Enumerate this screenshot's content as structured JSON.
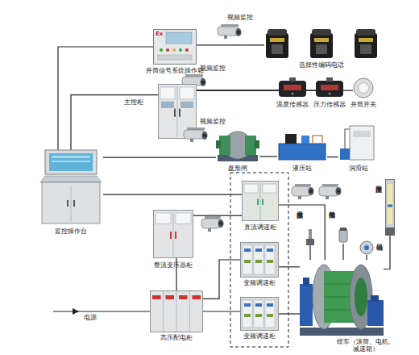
{
  "diagram": {
    "nodes": [
      {
        "text": [
          "Ex",
          "井筒信号系统操作箱"
        ]
      },
      {
        "text": [
          "视频监控"
        ]
      },
      {
        "text": [
          "选择性编码电话"
        ]
      },
      {
        "text": [
          "视频监控"
        ]
      },
      {
        "text": [
          "主控柜"
        ]
      },
      {
        "text": [
          "温度传感器"
        ]
      },
      {
        "text": [
          "压力传感器"
        ]
      },
      {
        "text": [
          "井筒开关"
        ]
      },
      {
        "text": [
          "视频监控"
        ]
      },
      {
        "text": [
          "盘形闸"
        ]
      },
      {
        "text": [
          "液压站"
        ]
      },
      {
        "text": [
          "润滑站"
        ]
      },
      {
        "text": [
          "监控操作台"
        ]
      },
      {
        "text": [
          "直流调速柜"
        ]
      },
      {
        "text": [
          "整流变压器柜"
        ]
      },
      {
        "text": [
          "变频调速柜"
        ]
      },
      {
        "text": [
          "变频调速柜"
        ]
      },
      {
        "text": [
          "高压配电柜"
        ]
      },
      {
        "text": [
          "温度传感器"
        ]
      },
      {
        "text": [
          "振动传感器"
        ]
      },
      {
        "text": [
          "深度指示器"
        ]
      },
      {
        "text": [
          "编码器"
        ]
      },
      {
        "text": [
          "绞车（滚筒、电机、减速箱）"
        ]
      }
    ],
    "edges": [
      {
        "from": 12,
        "to": 0,
        "arrow": "none"
      },
      {
        "from": 0,
        "to": 2,
        "arrow": "none"
      },
      {
        "from": 12,
        "to": 4,
        "arrow": "none"
      },
      {
        "from": 4,
        "to": 5,
        "arrow": "none"
      },
      {
        "from": 4,
        "to": 6,
        "arrow": "none"
      },
      {
        "from": 4,
        "to": 7,
        "arrow": "none"
      },
      {
        "from": 12,
        "to": 9,
        "arrow": "none"
      },
      {
        "from": 9,
        "to": 10,
        "arrow": "none"
      },
      {
        "from": 10,
        "to": 11,
        "arrow": "none"
      },
      {
        "from": 12,
        "to": 13,
        "arrow": "none"
      },
      {
        "from": 17,
        "to": 14,
        "arrow": "none"
      },
      {
        "from": 14,
        "to": 13,
        "arrow": "none"
      },
      {
        "from": 17,
        "to": 15,
        "arrow": "none"
      },
      {
        "from": 17,
        "to": 16,
        "arrow": "none"
      },
      {
        "from": 13,
        "to": 22,
        "arrow": "none"
      },
      {
        "from": 15,
        "to": 22,
        "arrow": "none"
      },
      {
        "from": 16,
        "to": 22,
        "arrow": "none"
      },
      {
        "from": 18,
        "to": 22,
        "arrow": "none"
      },
      {
        "from": 19,
        "to": 22,
        "arrow": "none"
      },
      {
        "from": 20,
        "to": 22,
        "arrow": "none"
      },
      {
        "from": 21,
        "to": 22,
        "arrow": "none"
      }
    ],
    "labels": [
      "电源"
    ]
  }
}
